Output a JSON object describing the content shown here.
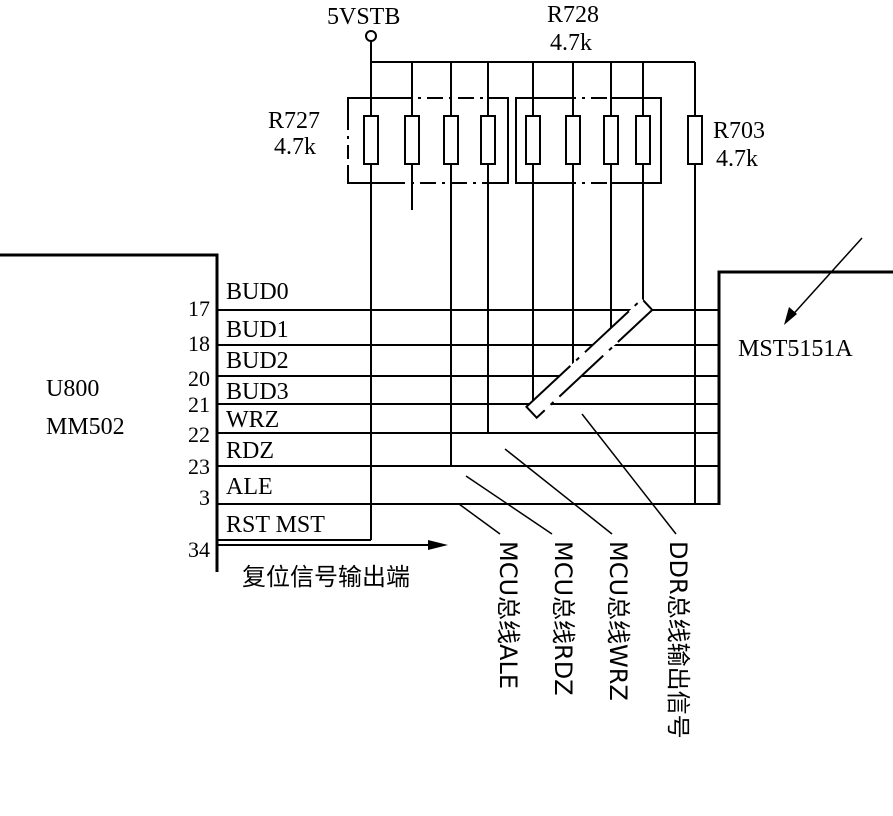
{
  "power": {
    "label": "5VSTB"
  },
  "resistors": {
    "r728": {
      "name": "R728",
      "value": "4.7k"
    },
    "r727": {
      "name": "R727",
      "value": "4.7k"
    },
    "r703": {
      "name": "R703",
      "value": "4.7k"
    }
  },
  "chip_left": {
    "name": "U800",
    "model": "MM502"
  },
  "chip_right": {
    "name": "MST5151A"
  },
  "signals": [
    {
      "label": "BUD0",
      "pin": "17"
    },
    {
      "label": "BUD1",
      "pin": "18"
    },
    {
      "label": "BUD2",
      "pin": "20"
    },
    {
      "label": "BUD3",
      "pin": "21"
    },
    {
      "label": "WRZ",
      "pin": "22"
    },
    {
      "label": "RDZ",
      "pin": "23"
    },
    {
      "label": "ALE",
      "pin": "3"
    },
    {
      "label": "RST MST",
      "pin": "34"
    }
  ],
  "annotations": {
    "reset_output": "复位信号输出端",
    "mcu_ale": "MCU总线ALE",
    "mcu_rdz": "MCU总线RDZ",
    "mcu_wrz": "MCU总线WRZ",
    "ddr_output": "DDR总线输出信号"
  }
}
